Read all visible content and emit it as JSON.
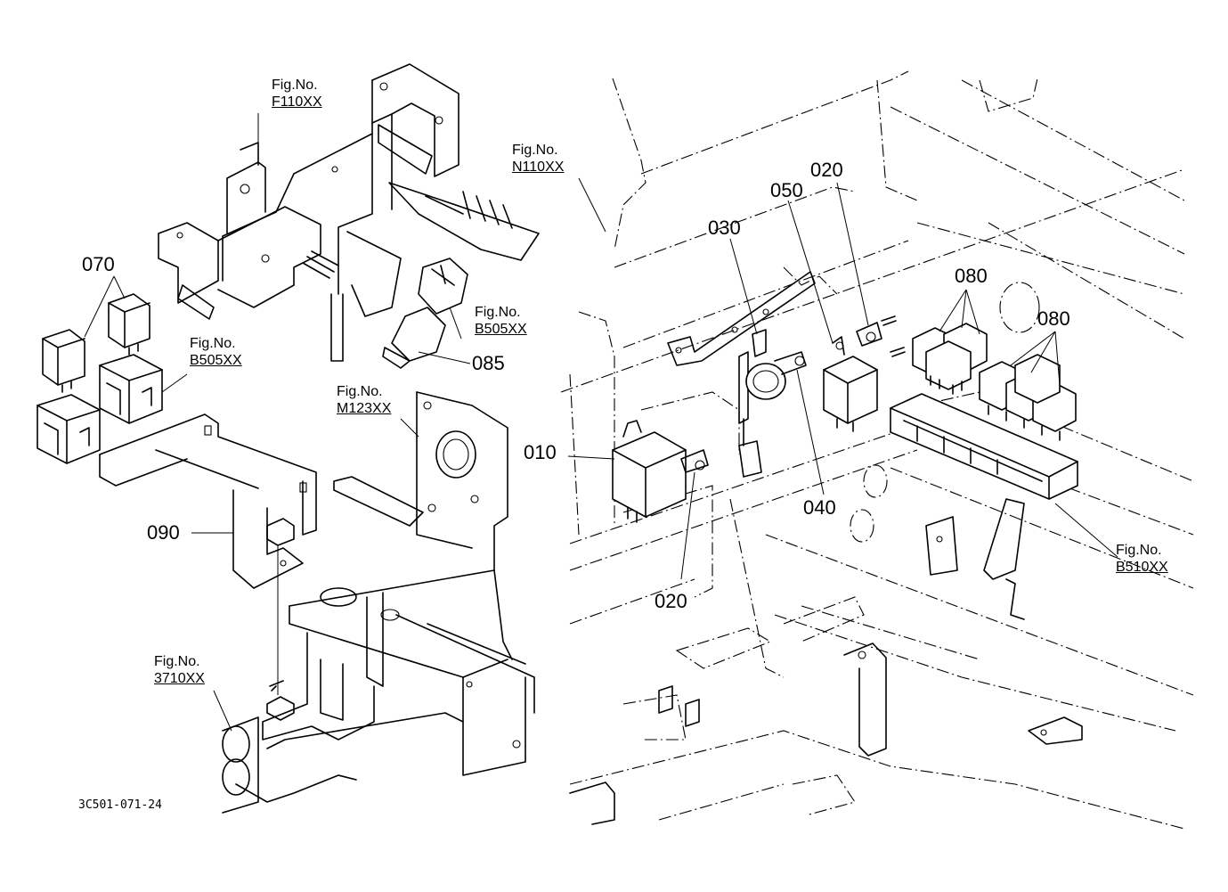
{
  "parts": {
    "p010": "010",
    "p020a": "020",
    "p020b": "020",
    "p030": "030",
    "p040": "040",
    "p050": "050",
    "p070": "070",
    "p080a": "080",
    "p080b": "080",
    "p085": "085",
    "p090": "090"
  },
  "figs": {
    "label": "Fig.No.",
    "f110": "F110XX",
    "b505a": "B505XX",
    "b505b": "B505XX",
    "m123": "M123XX",
    "n110": "N110XX",
    "b510": "B510XX",
    "f3710": "3710XX"
  },
  "doc_id": "3C501-071-24"
}
